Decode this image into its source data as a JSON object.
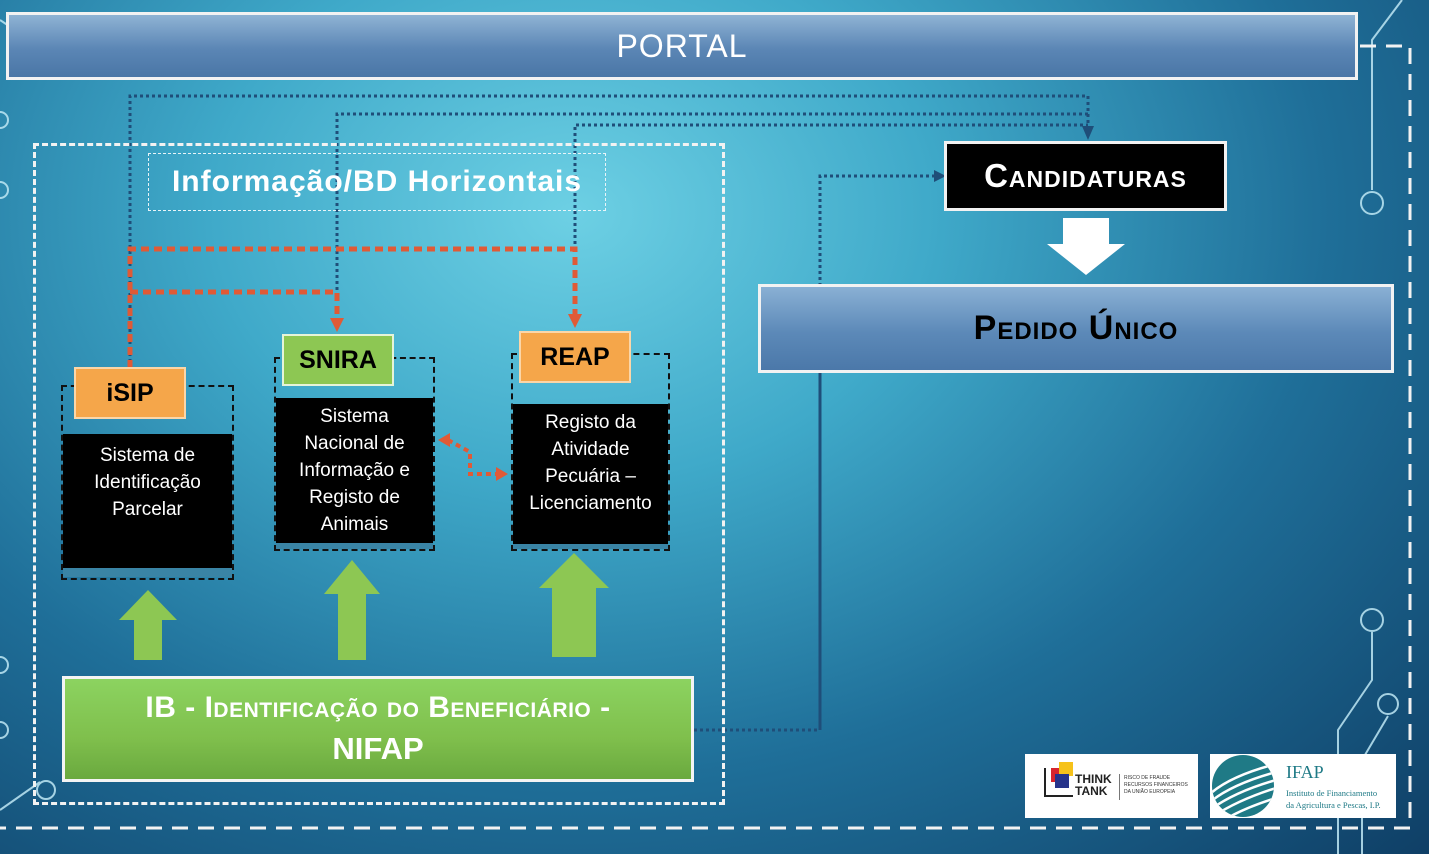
{
  "portal": {
    "title": "PORTAL"
  },
  "horizontal_group": {
    "title": "Informação/BD Horizontais"
  },
  "systems": [
    {
      "tag": "iSIP",
      "description": "Sistema de Identificação Parcelar",
      "tag_color": "#f5a64a"
    },
    {
      "tag": "SNIRA",
      "description": "Sistema Nacional de Informação e Registo de Animais",
      "tag_color": "#8dc753"
    },
    {
      "tag": "REAP",
      "description": "Registo da Atividade Pecuária – Licenciamento",
      "tag_color": "#f5a64a"
    }
  ],
  "beneficiary": {
    "line1": "IB - Identificação do Beneficiário -",
    "line2": "NIFAP",
    "color": "#7fbf4c"
  },
  "candidaturas": {
    "title": "Candidaturas"
  },
  "pedido_unico": {
    "title": "Pedido Único"
  },
  "logos": {
    "think_tank": {
      "name": "THINK TANK",
      "line1": "THINK",
      "line2": "TANK",
      "subtitle": "RISCO DE FRAUDE RECURSOS FINANCEIROS DA UNIÃO EUROPEIA",
      "sub1": "RISCO DE FRAUDE",
      "sub2": "RECURSOS FINANCEIROS",
      "sub3": "DA UNIÃO EUROPEIA"
    },
    "ifap": {
      "name": "IFAP",
      "line1": "Instituto de Financiamento",
      "line2": "da Agricultura e Pescas, I.P."
    }
  },
  "colors": {
    "orange_connector": "#e05a36",
    "blue_connector": "#1f4e79",
    "accent_green": "#8dc753"
  }
}
